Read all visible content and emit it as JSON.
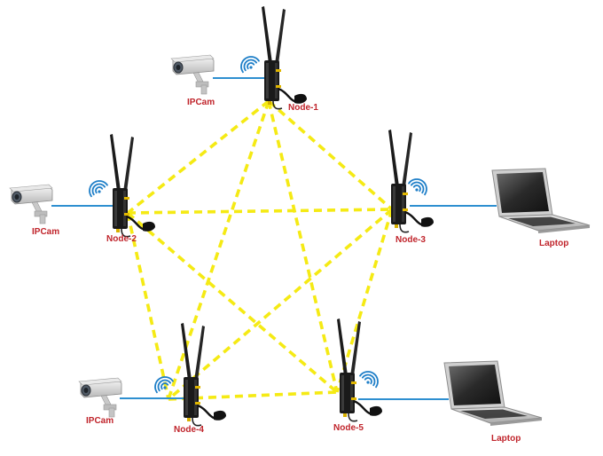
{
  "colors": {
    "mesh_link": "#f5ea14",
    "wired_link": "#2e8fd0",
    "node_label": "#c0242b",
    "device_label": "#c0242b",
    "wifi": "#1f7fc8",
    "radio_body": "#1a1a1a"
  },
  "icons": {
    "radio": "mesh-radio-icon",
    "camera": "ip-camera-icon",
    "laptop": "laptop-icon",
    "wifi": "wifi-signal-icon"
  },
  "nodes": [
    {
      "id": "n1",
      "label": "Node-1"
    },
    {
      "id": "n2",
      "label": "Node-2"
    },
    {
      "id": "n3",
      "label": "Node-3"
    },
    {
      "id": "n4",
      "label": "Node-4"
    },
    {
      "id": "n5",
      "label": "Node-5"
    }
  ],
  "devices": [
    {
      "id": "cam1",
      "type": "camera",
      "label": "IPCam",
      "node": "n1"
    },
    {
      "id": "cam2",
      "type": "camera",
      "label": "IPCam",
      "node": "n2"
    },
    {
      "id": "cam4",
      "type": "camera",
      "label": "IPCam",
      "node": "n4"
    },
    {
      "id": "lap3",
      "type": "laptop",
      "label": "Laptop",
      "node": "n3"
    },
    {
      "id": "lap5",
      "type": "laptop",
      "label": "Laptop",
      "node": "n5"
    }
  ],
  "mesh_links": [
    [
      "n1",
      "n2"
    ],
    [
      "n1",
      "n3"
    ],
    [
      "n1",
      "n4"
    ],
    [
      "n1",
      "n5"
    ],
    [
      "n2",
      "n3"
    ],
    [
      "n2",
      "n4"
    ],
    [
      "n2",
      "n5"
    ],
    [
      "n3",
      "n4"
    ],
    [
      "n3",
      "n5"
    ],
    [
      "n4",
      "n5"
    ]
  ]
}
